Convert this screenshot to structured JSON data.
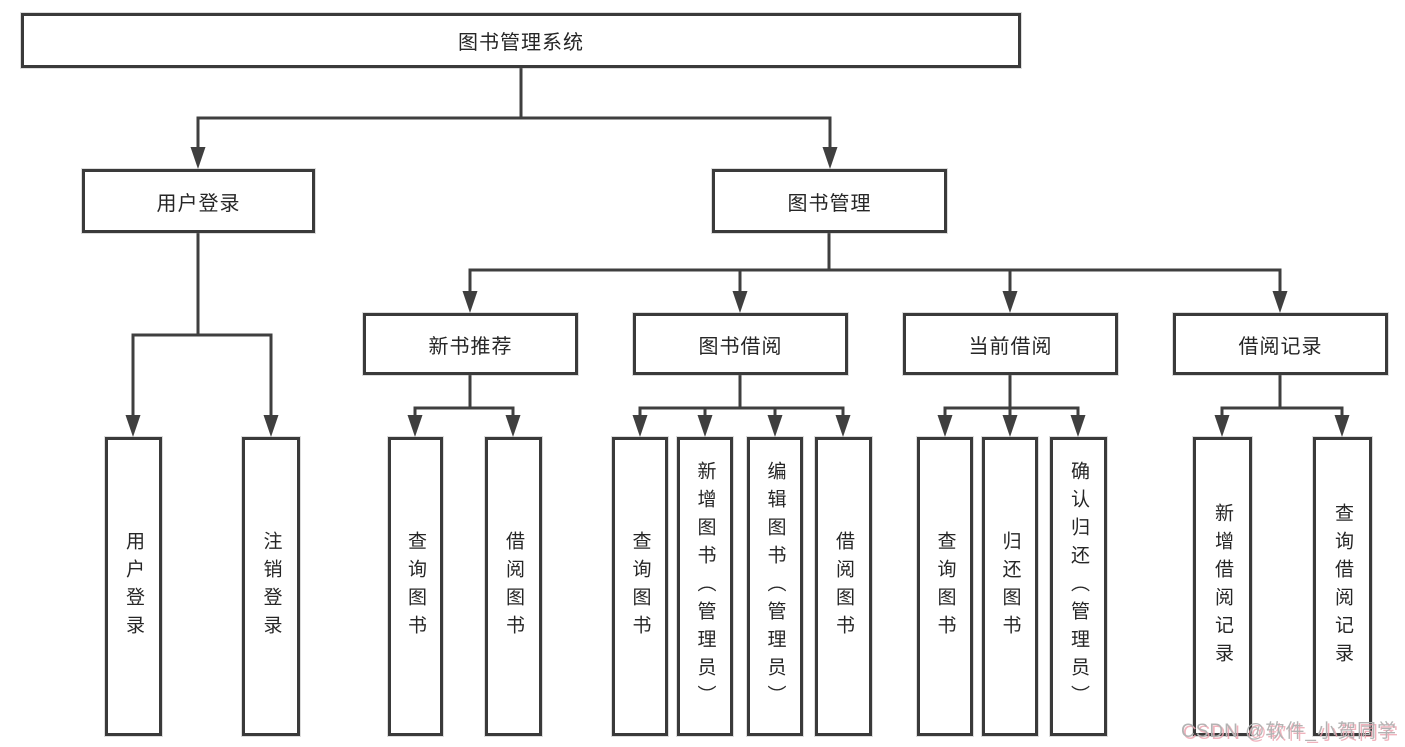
{
  "diagram": {
    "root": {
      "label": "图书管理系统"
    },
    "level2": [
      {
        "label": "用户登录"
      },
      {
        "label": "图书管理"
      }
    ],
    "level3": [
      {
        "label": "新书推荐"
      },
      {
        "label": "图书借阅"
      },
      {
        "label": "当前借阅"
      },
      {
        "label": "借阅记录"
      }
    ],
    "leaves": {
      "user_login": [
        {
          "label": "用户登录"
        },
        {
          "label": "注销登录"
        }
      ],
      "new_books": [
        {
          "label": "查询图书"
        },
        {
          "label": "借阅图书"
        }
      ],
      "book_borrow": [
        {
          "label": "查询图书"
        },
        {
          "label": "新增图书（管理员）"
        },
        {
          "label": "编辑图书（管理员）"
        },
        {
          "label": "借阅图书"
        }
      ],
      "current_borrow": [
        {
          "label": "查询图书"
        },
        {
          "label": "归还图书"
        },
        {
          "label": "确认归还（管理员）"
        }
      ],
      "borrow_records": [
        {
          "label": "新增借阅记录"
        },
        {
          "label": "查询借阅记录"
        }
      ]
    },
    "watermark": "CSDN @软件_小贺同学",
    "colors": {
      "line": "#3f3f3f",
      "box_border": "#3a3a3a",
      "text": "#262626",
      "watermark_text": "#b3b3b3",
      "watermark_shadow": "#eda6b2",
      "background": "#ffffff"
    }
  }
}
